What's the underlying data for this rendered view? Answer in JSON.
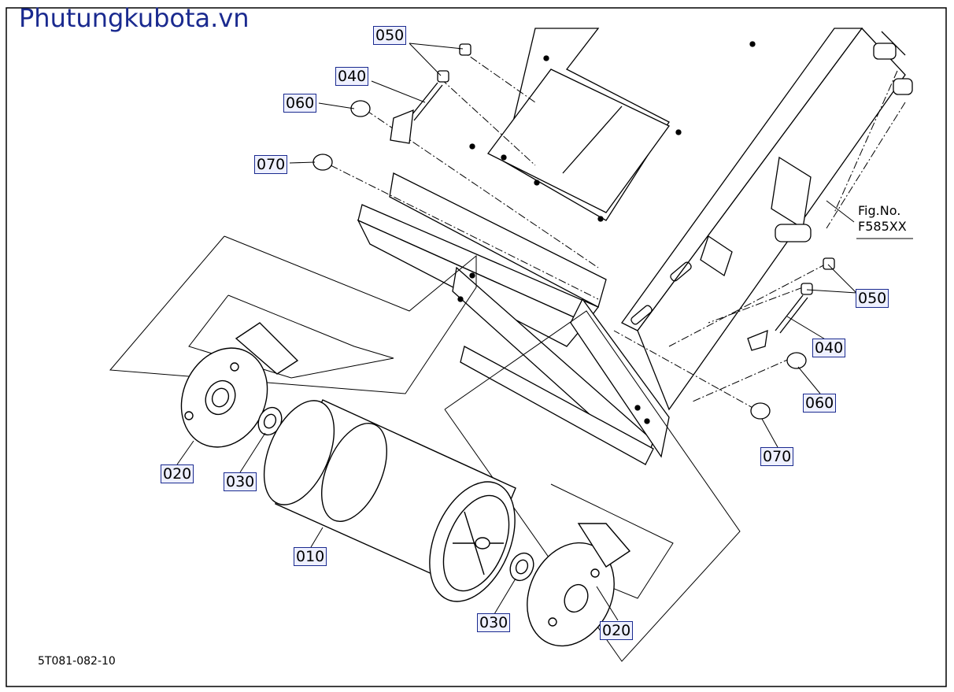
{
  "watermark": "Phutungkubota.vn",
  "figure": {
    "line1": "Fig.No.",
    "line2": "F585XX"
  },
  "drawing_code": "5T081-082-10",
  "parts": {
    "p010": "010",
    "p020": "020",
    "p030": "030",
    "p040": "040",
    "p050": "050",
    "p060": "060",
    "p070": "070"
  },
  "colors": {
    "callout_border": "#1a2a8f",
    "callout_fill": "#eef0ff",
    "watermark": "#1a2a8f",
    "line": "#000000"
  }
}
